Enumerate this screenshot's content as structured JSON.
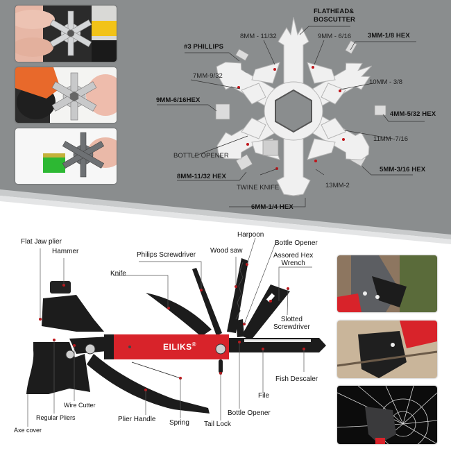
{
  "colors": {
    "panel_gray": "#8a8d8e",
    "panel_edge": "#c9cbcc",
    "snowflake": "#eeeeee",
    "handle_red": "#d8232a",
    "tool_black": "#1c1c1c",
    "dot_red": "#c0151a"
  },
  "snowflake_section": {
    "thumbnails": [
      {
        "name": "hand-holding-snowflake-on-bike"
      },
      {
        "name": "snowflake-on-bolt-with-glove"
      },
      {
        "name": "snowflake-opening-bottle"
      }
    ],
    "labels": [
      {
        "id": "flathead",
        "line1": "FLATHEAD&",
        "line2": "BOSCUTTER",
        "style": "bold"
      },
      {
        "id": "8mm",
        "text": "8MM - 11/32",
        "style": "thin"
      },
      {
        "id": "9mm",
        "text": "9MM - 6/16",
        "style": "thin"
      },
      {
        "id": "3mm-hex",
        "text": "3MM-1/8 HEX",
        "style": "bold"
      },
      {
        "id": "phillips3",
        "text": "#3 PHILLIPS",
        "style": "bold"
      },
      {
        "id": "7mm",
        "text": "7MM-9/32",
        "style": "thin"
      },
      {
        "id": "10mm",
        "text": "10MM - 3/8",
        "style": "thin"
      },
      {
        "id": "9mm-hex",
        "text": "9MM-6/16HEX",
        "style": "bold"
      },
      {
        "id": "4mm-hex",
        "text": "4MM-5/32 HEX",
        "style": "bold"
      },
      {
        "id": "11mm",
        "text": "11MM -7/16",
        "style": "thin"
      },
      {
        "id": "bottle",
        "text": "BOTTLE OPENER",
        "style": "thin"
      },
      {
        "id": "8mm-hex",
        "text": "8MM-11/32 HEX",
        "style": "bold"
      },
      {
        "id": "5mm-hex",
        "text": "5MM-3/16 HEX",
        "style": "bold"
      },
      {
        "id": "twine",
        "text": "TWINE KNIFE",
        "style": "thin"
      },
      {
        "id": "13mm",
        "text": "13MM-2",
        "style": "thin"
      },
      {
        "id": "6mm-hex",
        "text": "6MM-1/4 HEX",
        "style": "bold"
      }
    ]
  },
  "multitool_section": {
    "brand": "EILIKS",
    "brand_mark": "®",
    "labels": {
      "flat_jaw_plier": "Flat Jaw plier",
      "hammer": "Hammer",
      "philips_screwdriver": "Philips Screwdriver",
      "wood_saw": "Wood saw",
      "harpoon": "Harpoon",
      "bottle_opener_top": "Bottle Opener",
      "hex_wrench_1": "Assored Hex",
      "hex_wrench_2": "Wrench",
      "knife": "Knife",
      "slotted_1": "Slotted",
      "slotted_2": "Screwdriver",
      "fish_descaler": "Fish Descaler",
      "file": "File",
      "bottle_opener_bottom": "Bottle Opener",
      "tail_lock": "Tail Lock",
      "spring": "Spring",
      "plier_handle": "Plier Handle",
      "wire_cutter": "Wire Cutter",
      "regular_pliers": "Regular Pliers",
      "axe_cover": "Axe cover"
    },
    "thumbnails": [
      {
        "name": "axe-on-log"
      },
      {
        "name": "axe-cutting-branch"
      },
      {
        "name": "axe-breaking-glass"
      }
    ]
  }
}
